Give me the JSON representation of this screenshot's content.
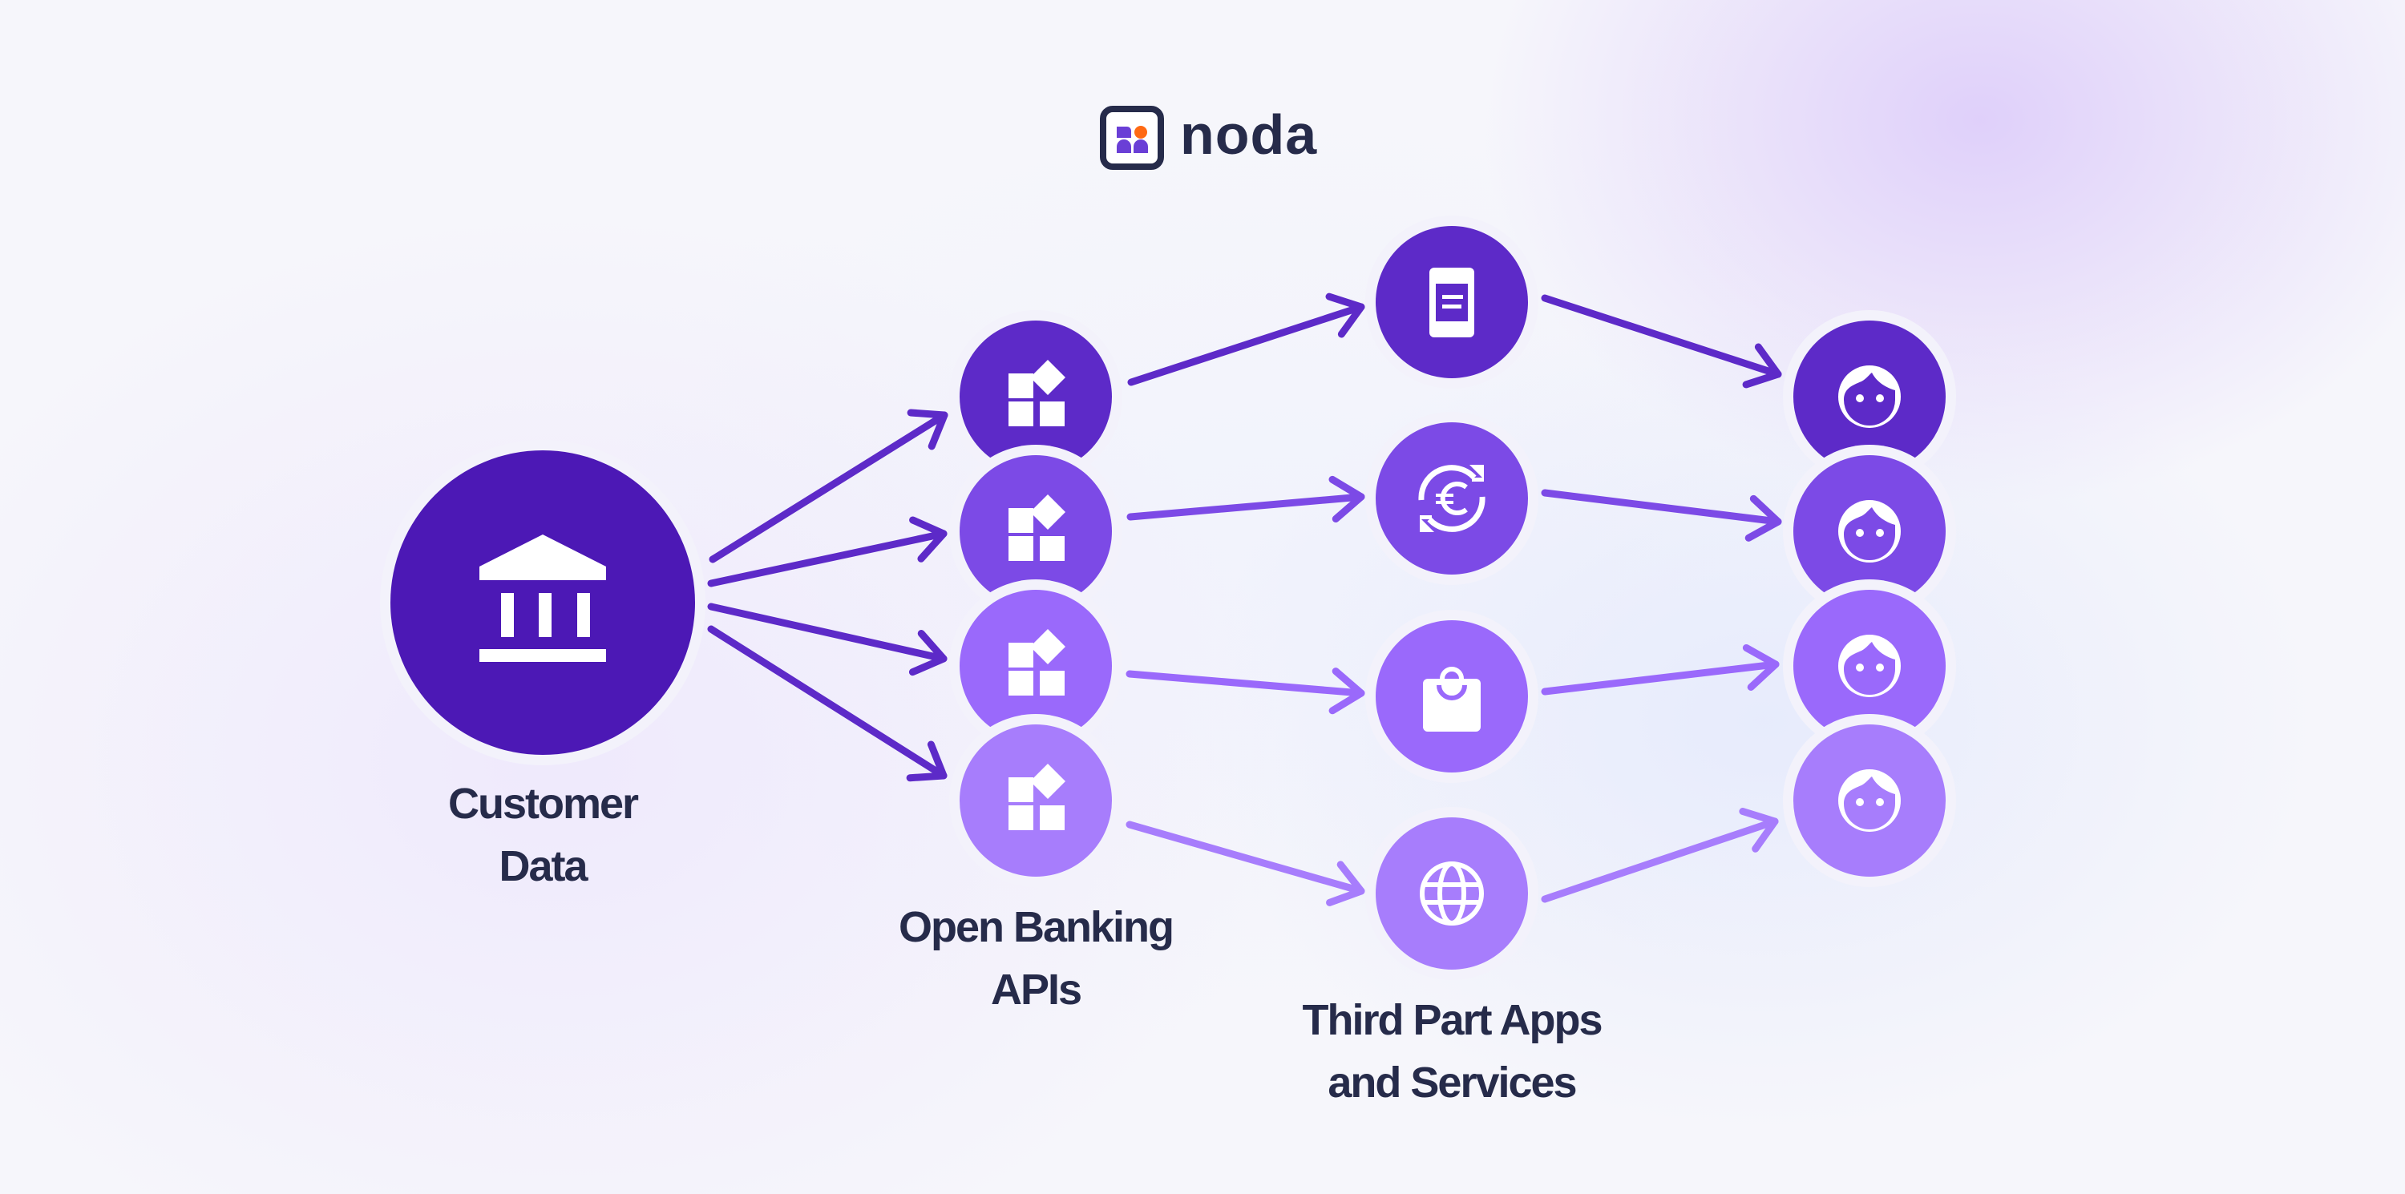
{
  "brand": {
    "name": "noda",
    "colors": {
      "text": "#262b4a",
      "orange": "#ff6a13",
      "purple": "#6a3fd6"
    }
  },
  "labels": {
    "customer": [
      "Customer",
      "Data"
    ],
    "apis": [
      "Open Banking",
      "APIs"
    ],
    "apps": [
      "Third Part Apps",
      "and Services"
    ]
  },
  "nodes": {
    "customer": {
      "icon": "bank-icon",
      "color": "#4c18b5"
    },
    "apis": [
      {
        "icon": "apps-grid-icon",
        "color": "#5d2ac8"
      },
      {
        "icon": "apps-grid-icon",
        "color": "#7c4ae6"
      },
      {
        "icon": "apps-grid-icon",
        "color": "#9a69fb"
      },
      {
        "icon": "apps-grid-icon",
        "color": "#a77dfc"
      }
    ],
    "apps": [
      {
        "icon": "mobile-app-icon",
        "color": "#5d2ac8"
      },
      {
        "icon": "euro-exchange-icon",
        "color": "#7c4ae6"
      },
      {
        "icon": "shopping-bag-icon",
        "color": "#9a69fb"
      },
      {
        "icon": "globe-icon",
        "color": "#a77dfc"
      }
    ],
    "users": [
      {
        "icon": "user-face-icon",
        "color": "#5d2ac8"
      },
      {
        "icon": "user-face-icon",
        "color": "#7c4ae6"
      },
      {
        "icon": "user-face-icon",
        "color": "#9a69fb"
      },
      {
        "icon": "user-face-icon",
        "color": "#a77dfc"
      }
    ]
  },
  "edges": [
    {
      "from": "customer",
      "to": "apis.0",
      "color": "#5d2ac8"
    },
    {
      "from": "customer",
      "to": "apis.1",
      "color": "#5d2ac8"
    },
    {
      "from": "customer",
      "to": "apis.2",
      "color": "#5d2ac8"
    },
    {
      "from": "customer",
      "to": "apis.3",
      "color": "#5d2ac8"
    },
    {
      "from": "apis.0",
      "to": "apps.0",
      "color": "#5d2ac8"
    },
    {
      "from": "apis.1",
      "to": "apps.1",
      "color": "#7c4ae6"
    },
    {
      "from": "apis.2",
      "to": "apps.2",
      "color": "#9a69fb"
    },
    {
      "from": "apis.3",
      "to": "apps.3",
      "color": "#a77dfc"
    },
    {
      "from": "apps.0",
      "to": "users.0",
      "color": "#5d2ac8"
    },
    {
      "from": "apps.1",
      "to": "users.1",
      "color": "#7c4ae6"
    },
    {
      "from": "apps.2",
      "to": "users.2",
      "color": "#9a69fb"
    },
    {
      "from": "apps.3",
      "to": "users.3",
      "color": "#a77dfc"
    }
  ]
}
